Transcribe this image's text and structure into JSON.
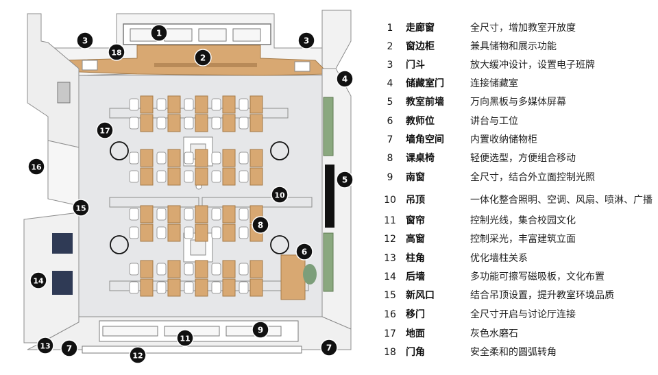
{
  "legend": [
    {
      "num": "1",
      "name": "走廊窗",
      "desc": "全尺寸，增加教室开放度"
    },
    {
      "num": "2",
      "name": "窗边柜",
      "desc": "兼具储物和展示功能"
    },
    {
      "num": "3",
      "name": "门斗",
      "desc": "放大缓冲设计，设置电子班牌"
    },
    {
      "num": "4",
      "name": "储藏室门",
      "desc": "连接储藏室"
    },
    {
      "num": "5",
      "name": "教室前墙",
      "desc": " 万向黑板与多媒体屏幕"
    },
    {
      "num": "6",
      "name": "教师位",
      "desc": "讲台与工位"
    },
    {
      "num": "7",
      "name": "墙角空间",
      "desc": "内置收纳储物柜"
    },
    {
      "num": "8",
      "name": "课桌椅",
      "desc": "轻便选型，方便组合移动"
    },
    {
      "num": "9",
      "name": "南窗",
      "desc": "全尺寸，结合外立面控制光照"
    },
    {
      "num": "10",
      "name": "吊顶",
      "desc": "一体化整合照明、空调、风扇、喷淋、广播"
    },
    {
      "num": "11",
      "name": "窗帘",
      "desc": "控制光线，集合校园文化"
    },
    {
      "num": "12",
      "name": "高窗",
      "desc": "控制采光，丰富建筑立面"
    },
    {
      "num": "13",
      "name": "柱角",
      "desc": "优化墙柱关系"
    },
    {
      "num": "14",
      "name": "后墙",
      "desc": "多功能可擦写磁吸板，文化布置"
    },
    {
      "num": "15",
      "name": "新风口",
      "desc": "结合吊顶设置，提升教室环境品质"
    },
    {
      "num": "16",
      "name": "移门",
      "desc": "全尺寸开启与讨论厅连接"
    },
    {
      "num": "17",
      "name": "地面",
      "desc": "灰色水磨石"
    },
    {
      "num": "18",
      "name": "门角",
      "desc": "安全柔和的圆弧转角"
    }
  ],
  "markers": [
    "1",
    "18",
    "2",
    "3",
    "3",
    "4",
    "5",
    "16",
    "17",
    "15",
    "10",
    "8",
    "6",
    "14",
    "13",
    "7",
    "11",
    "9",
    "12",
    "7"
  ],
  "colors": {
    "floor": "#e6e7e9",
    "wall": "#f3f3f3",
    "wood": "#d8a872",
    "green_board": "#8aa87f",
    "black_board": "#111111",
    "marker": "#111111"
  }
}
